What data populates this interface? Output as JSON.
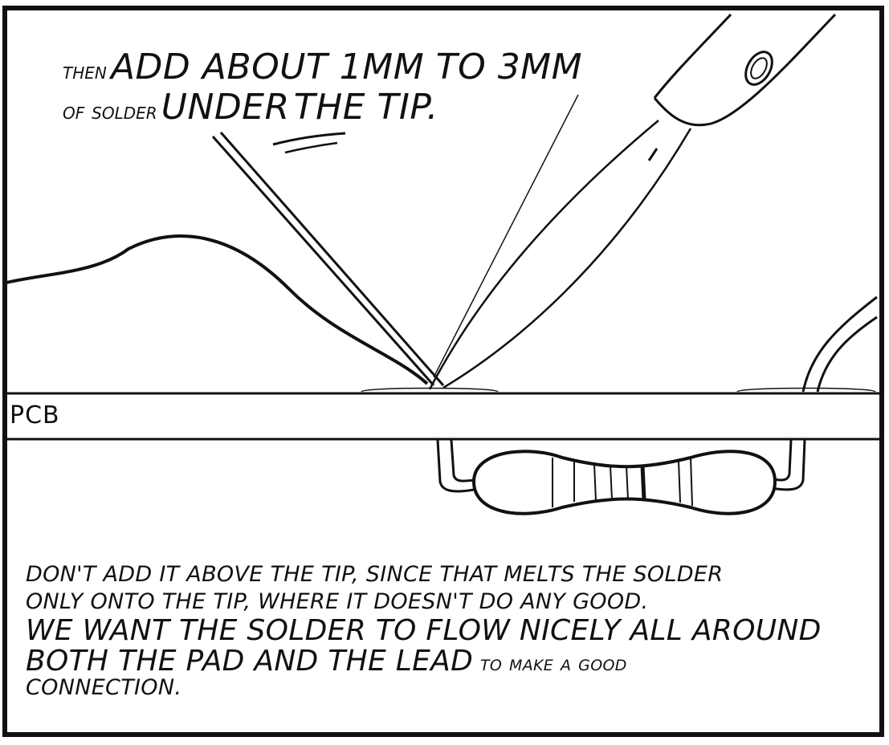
{
  "top_caption": {
    "line1_small": "Then",
    "line1_big": "add about 1mm to 3mm",
    "line2_small": "of solder",
    "line2_big_underlined": "under",
    "line2_big_rest": "the tip."
  },
  "pcb_label": "PCB",
  "bottom_caption": {
    "line1": "Don't add it above the tip, since that melts the solder",
    "line2": "only onto the tip, where it doesn't do any good.",
    "line3": "We want the solder to flow nicely all around",
    "line4_big": "both the pad and the lead",
    "line4_small": "to make a good",
    "line5": "connection."
  },
  "colors": {
    "ink": "#111111",
    "paper": "#ffffff"
  }
}
